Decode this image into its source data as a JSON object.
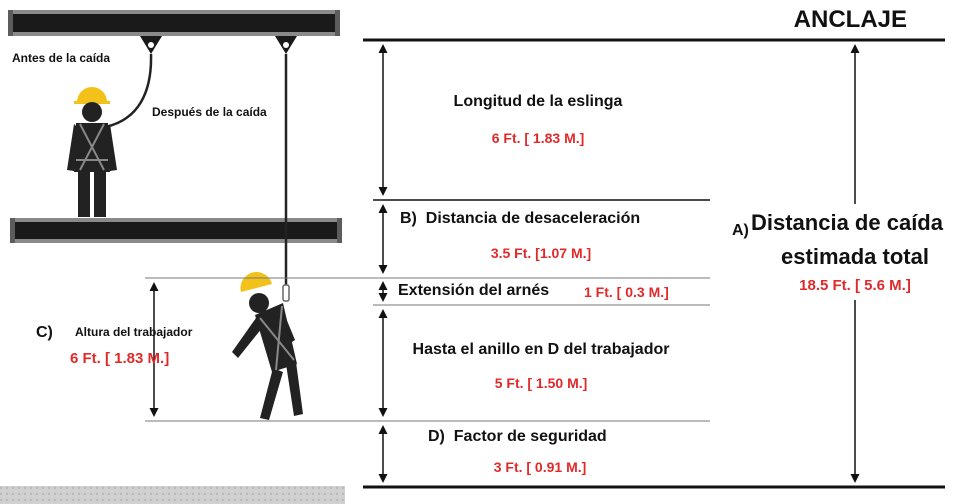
{
  "anchor_label": "ANCLAJE",
  "before_fall_label": "Antes de la caída",
  "after_fall_label": "Después de la caída",
  "lanyard": {
    "title": "Longitud de la eslinga",
    "value": "6 Ft. [ 1.83 M.]"
  },
  "deceleration": {
    "letter": "B)",
    "title": "Distancia de desaceleración",
    "value": "3.5 Ft. [1.07 M.]"
  },
  "harness": {
    "title": "Extensión del arnés",
    "value": "1 Ft. [ 0.3 M.]"
  },
  "dring": {
    "title": "Hasta el anillo en D del trabajador",
    "value": "5 Ft. [ 1.50 M.]"
  },
  "safety": {
    "letter": "D)",
    "title": "Factor de seguridad",
    "value": "3 Ft. [ 0.91 M.]"
  },
  "total": {
    "letter": "A)",
    "title_line1": "Distancia de caída",
    "title_line2": "estimada total",
    "value": "18.5 Ft. [ 5.6 M.]"
  },
  "worker": {
    "letter": "C)",
    "title": "Altura del trabajador",
    "value": "6 Ft. [ 1.83 M.]"
  },
  "colors": {
    "accent": "#e02a2a",
    "hardhat": "#f2c21b",
    "figure": "#222222"
  }
}
